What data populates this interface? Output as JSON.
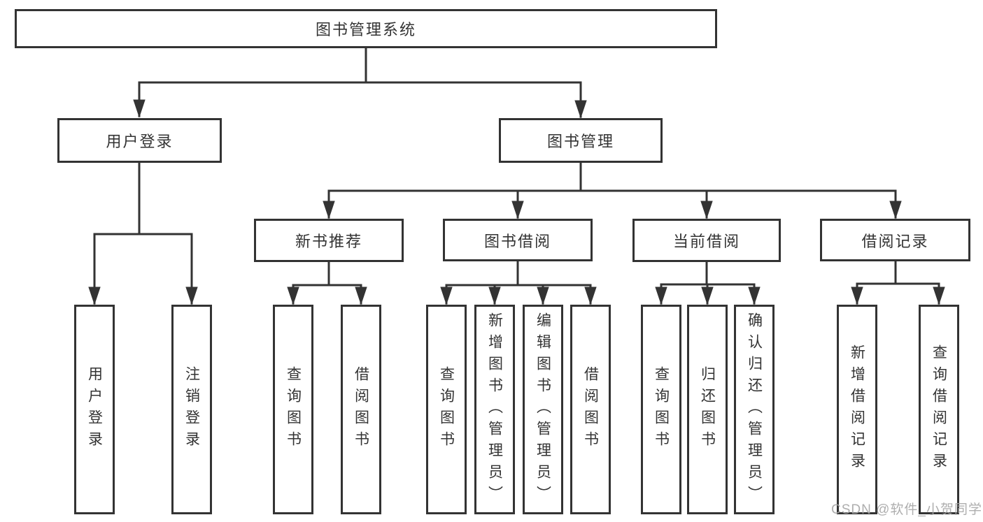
{
  "diagram": {
    "type": "function-structure-tree",
    "orientation": "top-down"
  },
  "tree": {
    "label": "图书管理系统",
    "children": [
      {
        "label": "用户登录",
        "children": [
          {
            "label": "用户登录"
          },
          {
            "label": "注销登录"
          }
        ]
      },
      {
        "label": "图书管理",
        "children": [
          {
            "label": "新书推荐",
            "children": [
              {
                "label": "查询图书"
              },
              {
                "label": "借阅图书"
              }
            ]
          },
          {
            "label": "图书借阅",
            "children": [
              {
                "label": "查询图书"
              },
              {
                "label": "新增图书（管理员）"
              },
              {
                "label": "编辑图书（管理员）"
              },
              {
                "label": "借阅图书"
              }
            ]
          },
          {
            "label": "当前借阅",
            "children": [
              {
                "label": "查询图书"
              },
              {
                "label": "归还图书"
              },
              {
                "label": "确认归还（管理员）"
              }
            ]
          },
          {
            "label": "借阅记录",
            "children": [
              {
                "label": "新增借阅记录"
              },
              {
                "label": "查询借阅记录"
              }
            ]
          }
        ]
      }
    ]
  },
  "watermark": {
    "text": "CSDN @软件_小贺同学"
  },
  "colors": {
    "line": "#333333",
    "box_border": "#333333",
    "text": "#333333",
    "background": "#ffffff",
    "watermark": "#a6a6a6"
  }
}
